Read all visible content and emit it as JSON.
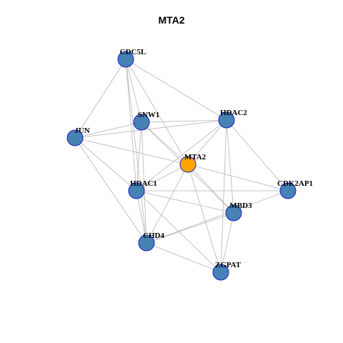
{
  "title": "MTA2",
  "colors": {
    "node_fill": "#4682B4",
    "node_stroke": "#1C1CCB",
    "focus_fill": "#FFA500",
    "edge": "#B5B5B5"
  },
  "nodes": [
    {
      "id": "CDC5L",
      "label": "CDC5L",
      "focus": false
    },
    {
      "id": "SNW1",
      "label": "SNW1",
      "focus": false
    },
    {
      "id": "HDAC2",
      "label": "HDAC2",
      "focus": false
    },
    {
      "id": "JUN",
      "label": "JUN",
      "focus": false
    },
    {
      "id": "MTA2",
      "label": "MTA2",
      "focus": true
    },
    {
      "id": "HDAC1",
      "label": "HDAC1",
      "focus": false
    },
    {
      "id": "CDK2AP1",
      "label": "CDK2AP1",
      "focus": false
    },
    {
      "id": "MBD3",
      "label": "MBD3",
      "focus": false
    },
    {
      "id": "CHD4",
      "label": "CHD4",
      "focus": false
    },
    {
      "id": "ZGPAT",
      "label": "ZGPAT",
      "focus": false
    }
  ],
  "edges": [
    [
      "CDC5L",
      "SNW1"
    ],
    [
      "CDC5L",
      "HDAC2"
    ],
    [
      "CDC5L",
      "JUN"
    ],
    [
      "CDC5L",
      "MTA2"
    ],
    [
      "CDC5L",
      "HDAC1"
    ],
    [
      "CDC5L",
      "CHD4"
    ],
    [
      "SNW1",
      "HDAC2"
    ],
    [
      "SNW1",
      "JUN"
    ],
    [
      "SNW1",
      "MTA2"
    ],
    [
      "SNW1",
      "HDAC1"
    ],
    [
      "SNW1",
      "CHD4"
    ],
    [
      "SNW1",
      "MBD3"
    ],
    [
      "HDAC2",
      "JUN"
    ],
    [
      "HDAC2",
      "MTA2"
    ],
    [
      "HDAC2",
      "MBD3"
    ],
    [
      "HDAC2",
      "CDK2AP1"
    ],
    [
      "HDAC2",
      "ZGPAT"
    ],
    [
      "HDAC2",
      "HDAC1"
    ],
    [
      "JUN",
      "MTA2"
    ],
    [
      "JUN",
      "HDAC1"
    ],
    [
      "JUN",
      "CHD4"
    ],
    [
      "MTA2",
      "HDAC1"
    ],
    [
      "MTA2",
      "MBD3"
    ],
    [
      "MTA2",
      "CDK2AP1"
    ],
    [
      "MTA2",
      "CHD4"
    ],
    [
      "MTA2",
      "ZGPAT"
    ],
    [
      "HDAC1",
      "CDK2AP1"
    ],
    [
      "HDAC1",
      "MBD3"
    ],
    [
      "HDAC1",
      "CHD4"
    ],
    [
      "HDAC1",
      "ZGPAT"
    ],
    [
      "CDK2AP1",
      "CHD4"
    ],
    [
      "MBD3",
      "CHD4"
    ],
    [
      "MBD3",
      "ZGPAT"
    ],
    [
      "CHD4",
      "ZGPAT"
    ]
  ]
}
